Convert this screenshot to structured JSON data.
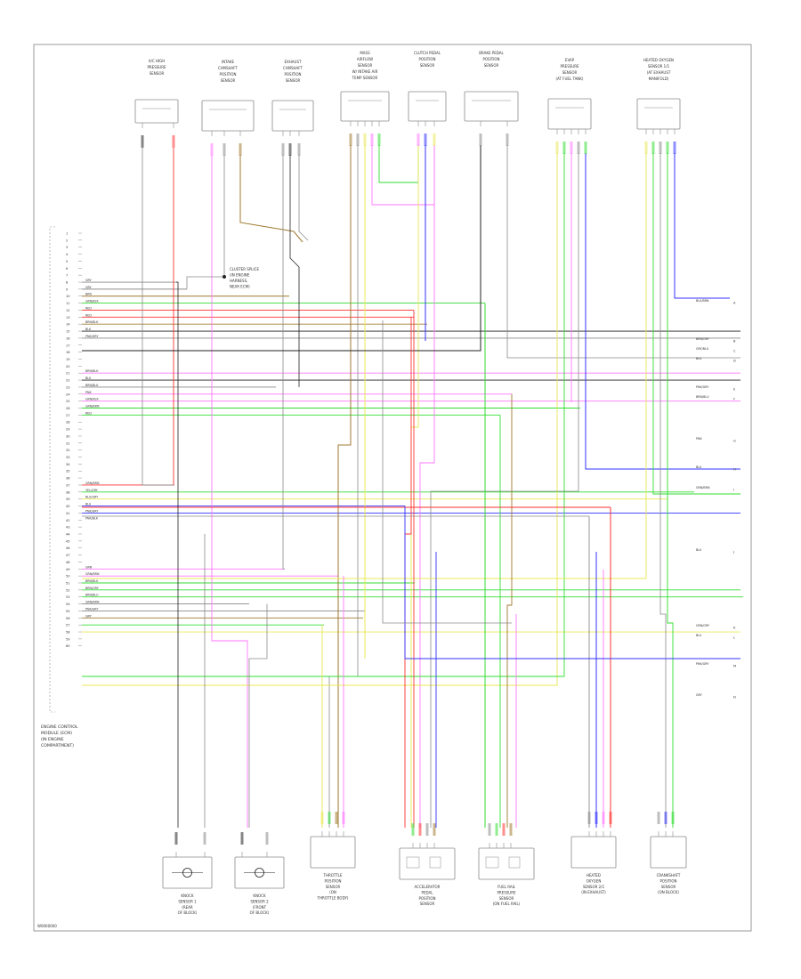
{
  "diagram": {
    "page_code": "W0000000",
    "colors": {
      "frame": "#9a9a9a",
      "black": "#222222",
      "gray": "#8a8a8a",
      "green": "#33dd33",
      "red": "#ff3333",
      "pink": "#ff77ff",
      "yellow": "#e8e855",
      "blue": "#3333ff",
      "brown": "#a07a30",
      "text": "#333333"
    },
    "module": {
      "name_lines": [
        "ENGINE CONTROL",
        "MODULE (ECM)",
        "(IN ENGINE",
        "COMPARTMENT)"
      ]
    },
    "top_components": [
      {
        "id": "c1",
        "name_lines": [
          "A/C HIGH",
          "PRESSURE",
          "SENSOR"
        ]
      },
      {
        "id": "c2",
        "name_lines": [
          "INTAKE",
          "CAMSHAFT",
          "POSITION",
          "SENSOR"
        ]
      },
      {
        "id": "c3",
        "name_lines": [
          "EXHAUST",
          "CAMSHAFT",
          "POSITION",
          "SENSOR"
        ]
      },
      {
        "id": "c4",
        "name_lines": [
          "MASS",
          "AIRFLOW",
          "SENSOR",
          "W/ INTAKE AIR",
          "TEMP SENSOR"
        ]
      },
      {
        "id": "c5",
        "name_lines": [
          "CLUTCH PEDAL",
          "POSITION",
          "SENSOR"
        ]
      },
      {
        "id": "c6",
        "name_lines": [
          "BRAKE PEDAL",
          "POSITION",
          "SENSOR"
        ]
      },
      {
        "id": "c7",
        "name_lines": [
          "EVAP",
          "PRESSURE",
          "SENSOR",
          "(AT FUEL TANK)"
        ]
      },
      {
        "id": "c8",
        "name_lines": [
          "HEATED OXYGEN",
          "SENSOR 1/1",
          "(AT EXHAUST",
          "MANIFOLD)"
        ]
      }
    ],
    "bottom_components": [
      {
        "id": "b1",
        "name_lines": [
          "KNOCK",
          "SENSOR 1",
          "(REAR",
          "OF BLOCK)"
        ]
      },
      {
        "id": "b2",
        "name_lines": [
          "KNOCK",
          "SENSOR 2",
          "(FRONT",
          "OF BLOCK)"
        ]
      },
      {
        "id": "b3",
        "name_lines": [
          "THROTTLE",
          "POSITION",
          "SENSOR",
          "(ON",
          "THROTTLE BODY)"
        ]
      },
      {
        "id": "b4",
        "name_lines": [
          "ACCELERATOR",
          "PEDAL",
          "POSITION",
          "SENSOR"
        ]
      },
      {
        "id": "b5",
        "name_lines": [
          "FUEL RAIL",
          "PRESSURE",
          "SENSOR",
          "(ON FUEL RAIL)"
        ]
      },
      {
        "id": "b6",
        "name_lines": [
          "HEATED",
          "OXYGEN",
          "SENSOR 2/1",
          "(IN EXHAUST)"
        ]
      },
      {
        "id": "b7",
        "name_lines": [
          "CRANKSHAFT",
          "POSITION",
          "SENSOR",
          "(ON BLOCK)"
        ]
      }
    ],
    "splice_note": [
      "CLUSTER SPLICE",
      "(IN ENGINE",
      "HARNESS,",
      "NEAR ECM)"
    ],
    "pins": [
      "1",
      "2",
      "3",
      "4",
      "5",
      "6",
      "7",
      "8",
      "9",
      "10",
      "11",
      "12",
      "13",
      "14",
      "15",
      "16",
      "17",
      "18",
      "19",
      "20",
      "21",
      "22",
      "23",
      "24",
      "25",
      "26",
      "27",
      "28",
      "29",
      "30",
      "31",
      "32",
      "33",
      "34",
      "35",
      "36",
      "37",
      "38",
      "39",
      "40",
      "41",
      "42",
      "43",
      "44",
      "45",
      "46",
      "47",
      "48",
      "49",
      "50",
      "51",
      "52",
      "53",
      "54",
      "55",
      "56",
      "57",
      "58",
      "59",
      "60"
    ],
    "wire_colors_left": [
      "GRY",
      "GRY",
      "BRN",
      "GRN/BLK",
      "RED",
      "RED",
      "BRN/BLK",
      "BLK",
      "PNK/GRY",
      "BRN/BLK",
      "BLK",
      "BRN/BLK",
      "PNK",
      "GRN/BLK",
      "GRN/BRN",
      "RED",
      "GRN/BRN",
      "YEL/GRY",
      "BLU/GRY",
      "BLU",
      "PNK/GRY",
      "PNK/BLK",
      "GRN",
      "GRN/BRN",
      "BRN/BLK",
      "BRN/GRY",
      "BRN/BLU",
      "GRN/BRN",
      "PNK/GRY",
      "GRY"
    ],
    "right_wires": [
      {
        "label": "BLU/BRN",
        "ref": "A"
      },
      {
        "label": "BRN/GRY",
        "ref": "B"
      },
      {
        "label": "GRY/BLU",
        "ref": "C"
      },
      {
        "label": "BLK",
        "ref": "D"
      },
      {
        "label": "PNK/GRY",
        "ref": "E"
      },
      {
        "label": "BRN/BLU",
        "ref": "F"
      },
      {
        "label": "PNK",
        "ref": "G"
      },
      {
        "label": "BLU",
        "ref": "H"
      },
      {
        "label": "GRN/BRN",
        "ref": "I"
      },
      {
        "label": "BLU",
        "ref": "J"
      },
      {
        "label": "GRN/GRY",
        "ref": "K"
      },
      {
        "label": "BLU",
        "ref": "L"
      },
      {
        "label": "PNK/GRY",
        "ref": "M"
      },
      {
        "label": "GRY",
        "ref": "N"
      }
    ]
  }
}
